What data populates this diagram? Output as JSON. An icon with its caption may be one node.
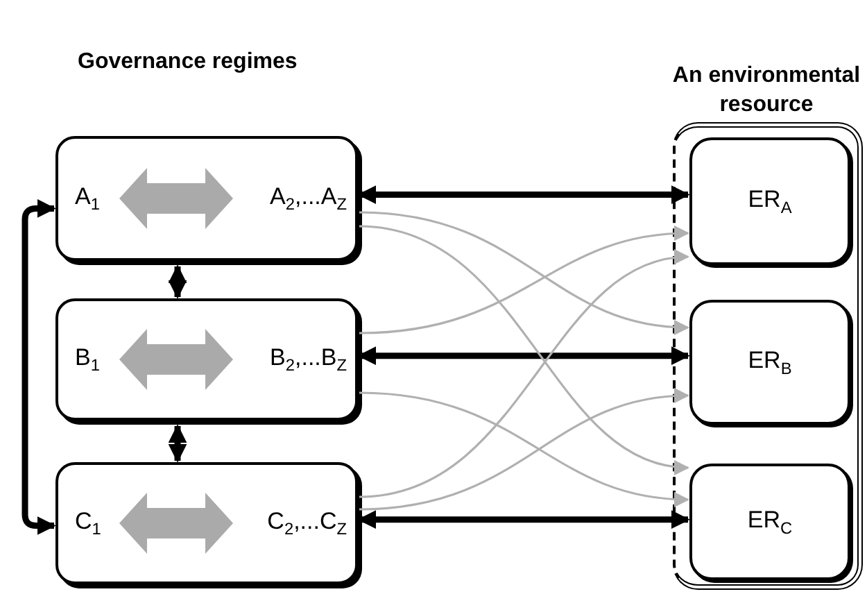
{
  "diagram": {
    "nodes": [
      {
        "text": [
          "A$_{1}$",
          "A$_{2}$,...A$_{Z}$"
        ]
      },
      {
        "text": [
          "B$_{1}$",
          "B$_{2}$,...B$_{Z}$"
        ]
      },
      {
        "text": [
          "C$_{1}$",
          "C$_{2}$,...C$_{Z}$"
        ]
      },
      {
        "text": [
          "An environmental resource"
        ]
      },
      {
        "text": [
          "ER$_{A}$"
        ],
        "in": 3
      },
      {
        "text": [
          "ER$_{B}$"
        ],
        "in": 3
      },
      {
        "text": [
          "ER$_{C}$"
        ],
        "in": 3
      }
    ],
    "edges": [
      {
        "from": 0,
        "to": 1,
        "arrow": "both",
        "style": "thick"
      },
      {
        "from": 1,
        "to": 2,
        "arrow": "both",
        "style": "thick"
      },
      {
        "from": 0,
        "to": 2,
        "arrow": "both",
        "style": "thick"
      },
      {
        "from": 0,
        "to": 4,
        "arrow": "both",
        "style": "thick"
      },
      {
        "from": 1,
        "to": 5,
        "arrow": "both",
        "style": "thick"
      },
      {
        "from": 2,
        "to": 6,
        "arrow": "both",
        "style": "thick"
      },
      {
        "from": 0,
        "to": 5,
        "arrow": "to",
        "color": "#b0b0b0"
      },
      {
        "from": 0,
        "to": 6,
        "arrow": "to",
        "color": "#b0b0b0"
      },
      {
        "from": 1,
        "to": 4,
        "arrow": "to",
        "color": "#b0b0b0"
      },
      {
        "from": 1,
        "to": 6,
        "arrow": "to",
        "color": "#b0b0b0"
      },
      {
        "from": 2,
        "to": 4,
        "arrow": "to",
        "color": "#b0b0b0"
      },
      {
        "from": 2,
        "to": 5,
        "arrow": "to",
        "color": "#b0b0b0"
      }
    ],
    "labels": [
      "Governance regimes"
    ]
  }
}
